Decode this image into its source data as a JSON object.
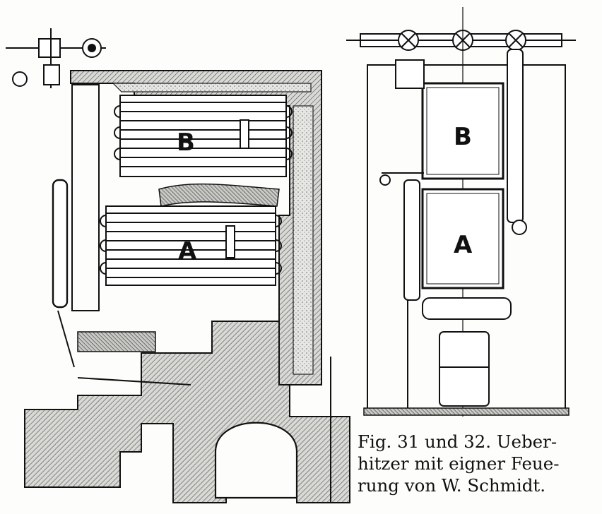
{
  "figure": {
    "left_view": {
      "label_upper": "B",
      "label_lower": "A"
    },
    "right_view": {
      "label_upper": "B",
      "label_lower": "A"
    },
    "caption_lines": [
      "Fig. 31 und 32.  Ueber-",
      "hitzer mit eigner Feue-",
      "rung von W. Schmidt."
    ]
  }
}
